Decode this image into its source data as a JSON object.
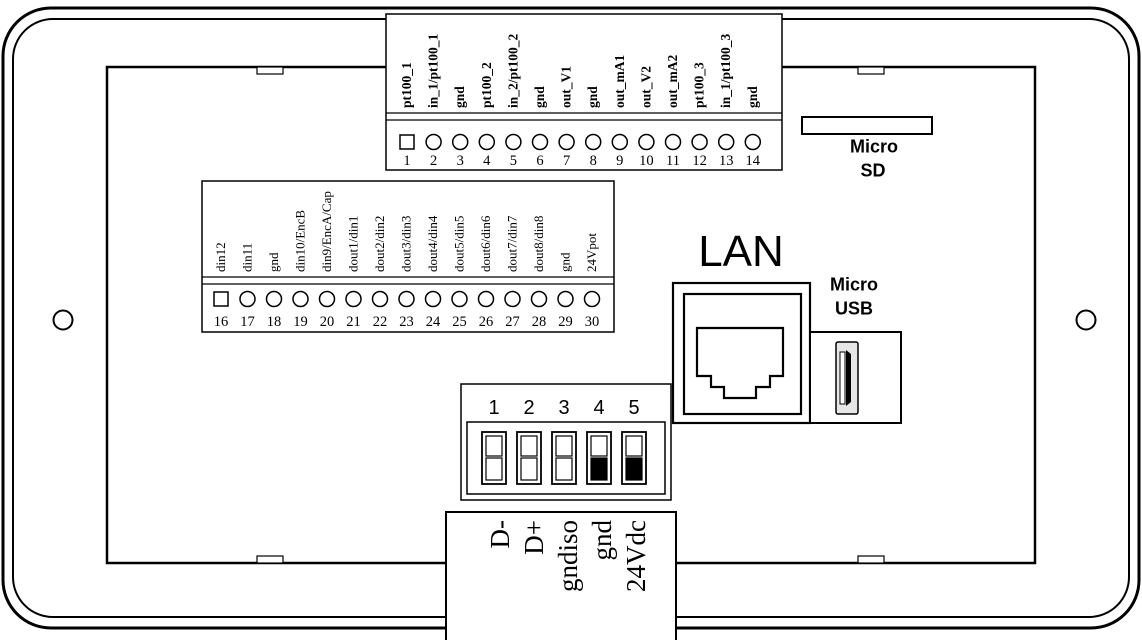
{
  "terminal_top": {
    "labels": [
      "pt100_1",
      "in_1/pt100_1",
      "gnd",
      "pt100_2",
      "in_2/pt100_2",
      "gnd",
      "out_V1",
      "gnd",
      "out_mA1",
      "out_V2",
      "out_mA2",
      "pt100_3",
      "in_1/pt100_3",
      "gnd"
    ],
    "numbers": [
      "1",
      "2",
      "3",
      "4",
      "5",
      "6",
      "7",
      "8",
      "9",
      "10",
      "11",
      "12",
      "13",
      "14"
    ]
  },
  "terminal_mid": {
    "labels": [
      "din12",
      "din11",
      "gnd",
      "din10/EncB",
      "din9/EncA/Cap",
      "dout1/din1",
      "dout2/din2",
      "dout3/din3",
      "dout4/din4",
      "dout5/din5",
      "dout6/din6",
      "dout7/din7",
      "dout8/din8",
      "gnd",
      "24Vpot"
    ],
    "numbers": [
      "16",
      "17",
      "18",
      "19",
      "20",
      "21",
      "22",
      "23",
      "24",
      "25",
      "26",
      "27",
      "28",
      "29",
      "30"
    ]
  },
  "micro_sd": {
    "line1": "Micro",
    "line2": "SD"
  },
  "lan": {
    "label": "LAN"
  },
  "micro_usb": {
    "line1": "Micro",
    "line2": "USB"
  },
  "dip_switch": {
    "numbers": [
      "1",
      "2",
      "3",
      "4",
      "5"
    ],
    "states": [
      "off",
      "off",
      "off",
      "on",
      "on"
    ]
  },
  "power_connector": {
    "labels": [
      "D-",
      "D+",
      "gndiso",
      "gnd",
      "24Vdc"
    ]
  }
}
